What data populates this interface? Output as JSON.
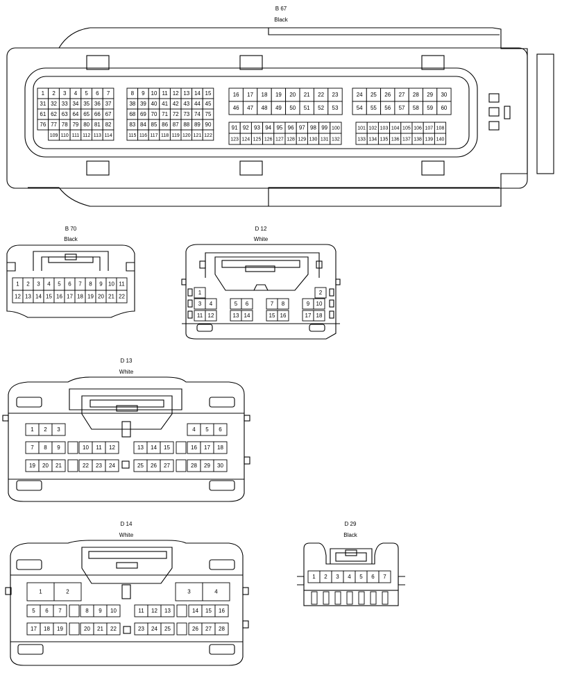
{
  "connectors": {
    "b67": {
      "code": "B 67",
      "color": "Black"
    },
    "b70": {
      "code": "B 70",
      "color": "Black"
    },
    "d12": {
      "code": "D 12",
      "color": "White"
    },
    "d13": {
      "code": "D 13",
      "color": "White"
    },
    "d14": {
      "code": "D 14",
      "color": "White"
    },
    "d29": {
      "code": "D 29",
      "color": "Black"
    }
  },
  "b67_pins": {
    "g1_rows": [
      [
        "1",
        "2",
        "3",
        "4",
        "5",
        "6",
        "7"
      ],
      [
        "31",
        "32",
        "33",
        "34",
        "35",
        "36",
        "37"
      ],
      [
        "61",
        "62",
        "63",
        "64",
        "65",
        "66",
        "67"
      ],
      [
        "76",
        "77",
        "78",
        "79",
        "80",
        "81",
        "82"
      ],
      [
        "109",
        "110",
        "111",
        "112",
        "113",
        "114"
      ]
    ],
    "g2_rows": [
      [
        "8",
        "9",
        "10",
        "11",
        "12",
        "13",
        "14",
        "15"
      ],
      [
        "38",
        "39",
        "40",
        "41",
        "42",
        "43",
        "44",
        "45"
      ],
      [
        "68",
        "69",
        "70",
        "71",
        "72",
        "73",
        "74",
        "75"
      ],
      [
        "83",
        "84",
        "85",
        "86",
        "87",
        "88",
        "89",
        "90"
      ],
      [
        "115",
        "116",
        "117",
        "118",
        "119",
        "120",
        "121",
        "122"
      ]
    ],
    "g3_top": [
      [
        "16",
        "17",
        "18",
        "19",
        "20",
        "21",
        "22",
        "23"
      ],
      [
        "46",
        "47",
        "48",
        "49",
        "50",
        "51",
        "52",
        "53"
      ]
    ],
    "g3_bot": [
      [
        "91",
        "92",
        "93",
        "94",
        "95",
        "96",
        "97",
        "98",
        "99",
        "100"
      ],
      [
        "123",
        "124",
        "125",
        "126",
        "127",
        "128",
        "129",
        "130",
        "131",
        "132"
      ]
    ],
    "g4_top": [
      [
        "24",
        "25",
        "26",
        "27",
        "28",
        "29",
        "30"
      ],
      [
        "54",
        "55",
        "56",
        "57",
        "58",
        "59",
        "60"
      ]
    ],
    "g4_bot": [
      [
        "101",
        "102",
        "103",
        "104",
        "105",
        "106",
        "107",
        "108"
      ],
      [
        "133",
        "134",
        "135",
        "136",
        "137",
        "138",
        "139",
        "140"
      ]
    ]
  },
  "b70_pins": [
    [
      "1",
      "2",
      "3",
      "4",
      "5",
      "6",
      "7",
      "8",
      "9",
      "10",
      "11"
    ],
    [
      "12",
      "13",
      "14",
      "15",
      "16",
      "17",
      "18",
      "19",
      "20",
      "21",
      "22"
    ]
  ],
  "d12_pins": [
    "1",
    "2",
    "3",
    "4",
    "5",
    "6",
    "7",
    "8",
    "9",
    "10",
    "11",
    "12",
    "13",
    "14",
    "15",
    "16",
    "17",
    "18"
  ],
  "d13_pins": [
    "1",
    "2",
    "3",
    "4",
    "5",
    "6",
    "7",
    "8",
    "9",
    "10",
    "11",
    "12",
    "13",
    "14",
    "15",
    "16",
    "17",
    "18",
    "19",
    "20",
    "21",
    "22",
    "23",
    "24",
    "25",
    "26",
    "27",
    "28",
    "29",
    "30"
  ],
  "d14_pins": [
    "1",
    "2",
    "3",
    "4",
    "5",
    "6",
    "7",
    "8",
    "9",
    "10",
    "11",
    "12",
    "13",
    "14",
    "15",
    "16",
    "17",
    "18",
    "19",
    "20",
    "21",
    "22",
    "23",
    "24",
    "25",
    "26",
    "27",
    "28"
  ],
  "d29_pins": [
    "1",
    "2",
    "3",
    "4",
    "5",
    "6",
    "7"
  ]
}
